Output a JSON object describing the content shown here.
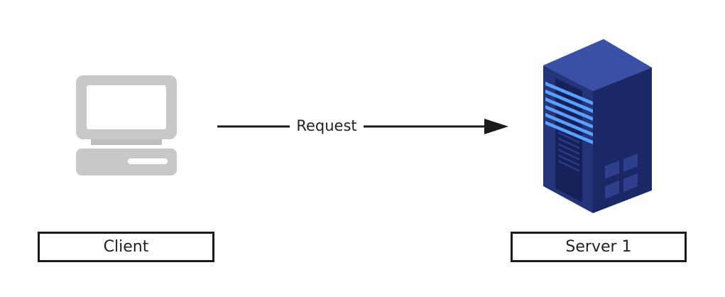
{
  "nodes": {
    "client": {
      "label": "Client",
      "icon": "computer-icon"
    },
    "server": {
      "label": "Server 1",
      "icon": "server-icon"
    }
  },
  "edges": [
    {
      "from": "client",
      "to": "server",
      "label": "Request"
    }
  ],
  "colors": {
    "computer": "#c8c8c8",
    "server_front": "#24357a",
    "server_side": "#1b2866",
    "server_top": "#3a4fa6",
    "server_led": "#5aa0ff",
    "line": "#1a1a1a"
  }
}
